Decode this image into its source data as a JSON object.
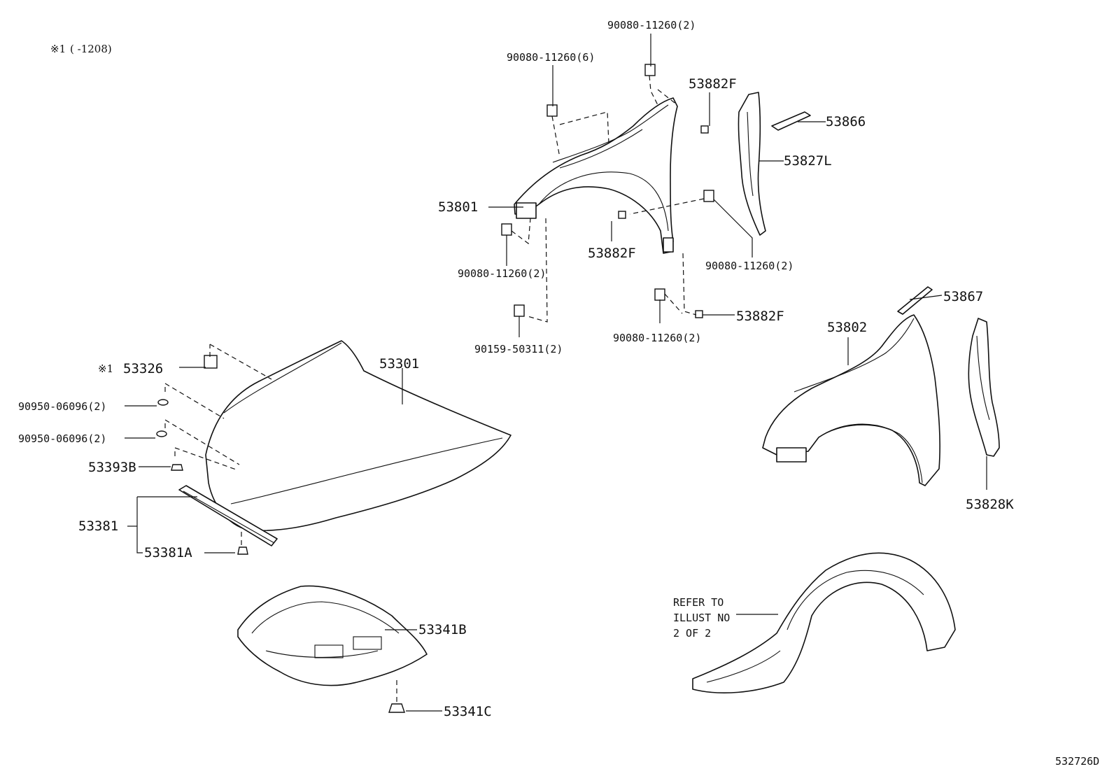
{
  "note": {
    "symbol": "※1",
    "range": "(     -1208)"
  },
  "diagram_code": "532726D",
  "refer": {
    "line1": "REFER TO",
    "line2": "ILLUST NO",
    "line3": "2 OF 2"
  },
  "labels": {
    "p90080_top": "90080-11260(2)",
    "p90080_six": "90080-11260(6)",
    "p53882f_a": "53882F",
    "p53866": "53866",
    "p53827l": "53827L",
    "p53801": "53801",
    "p53882f_b": "53882F",
    "p90080_right": "90080-11260(2)",
    "p90080_left": "90080-11260(2)",
    "p90159": "90159-50311(2)",
    "p90080_bottom": "90080-11260(2)",
    "p53882f_c": "53882F",
    "p53867": "53867",
    "p53802": "53802",
    "p53828k": "53828K",
    "p53326_mark": "※1",
    "p53326": "53326",
    "p53301": "53301",
    "p90950_a": "90950-06096(2)",
    "p90950_b": "90950-06096(2)",
    "p53393b": "53393B",
    "p53381": "53381",
    "p53381a": "53381A",
    "p53341b": "53341B",
    "p53341c": "53341C"
  }
}
